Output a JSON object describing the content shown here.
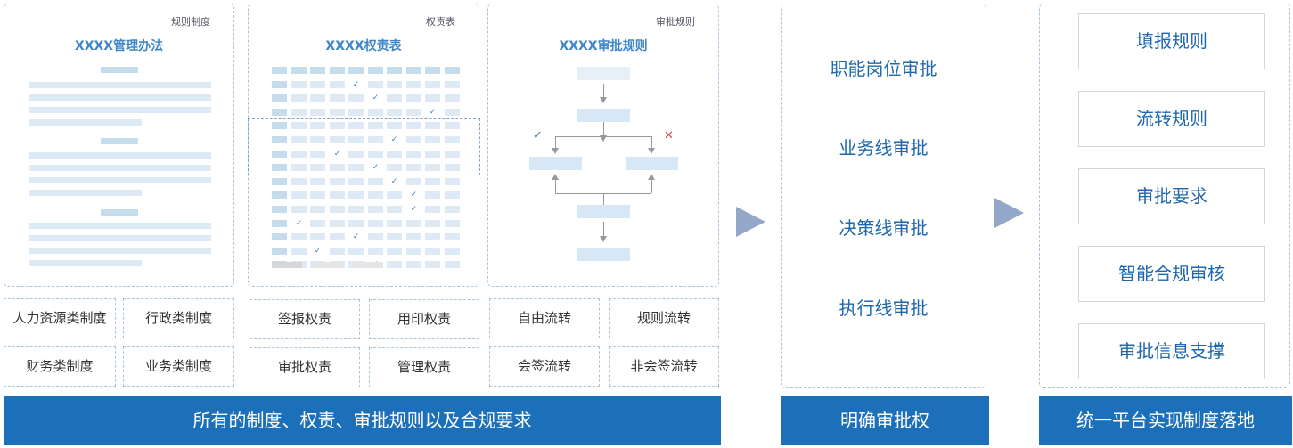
{
  "panels": {
    "policy": {
      "tag": "规则制度",
      "title": "XXXX管理办法"
    },
    "authority": {
      "tag": "权责表",
      "title": "XXXX权责表"
    },
    "approval": {
      "tag": "审批规则",
      "title": "XXXX审批规则"
    }
  },
  "categories": {
    "policy": [
      "人力资源类制度",
      "行政类制度",
      "财务类制度",
      "业务类制度"
    ],
    "authority": [
      "签报权责",
      "用印权责",
      "审批权责",
      "管理权责"
    ],
    "approval": [
      "自由流转",
      "规则流转",
      "会签流转",
      "非会签流转"
    ]
  },
  "flow": {
    "approve_mark": "✓",
    "reject_mark": "✕"
  },
  "checkmark": "✓",
  "approval_types": [
    "职能岗位审批",
    "业务线审批",
    "决策线审批",
    "执行线审批"
  ],
  "platform_rules": [
    "填报规则",
    "流转规则",
    "审批要求",
    "智能合规审核",
    "审批信息支撑"
  ],
  "footers": {
    "left": "所有的制度、权责、审批规则以及合规要求",
    "middle": "明确审批权",
    "right": "统一平台实现制度落地"
  },
  "colors": {
    "accent": "#1c6fb9",
    "text_blue": "#2068ae",
    "arrow": "#93a8c8"
  }
}
